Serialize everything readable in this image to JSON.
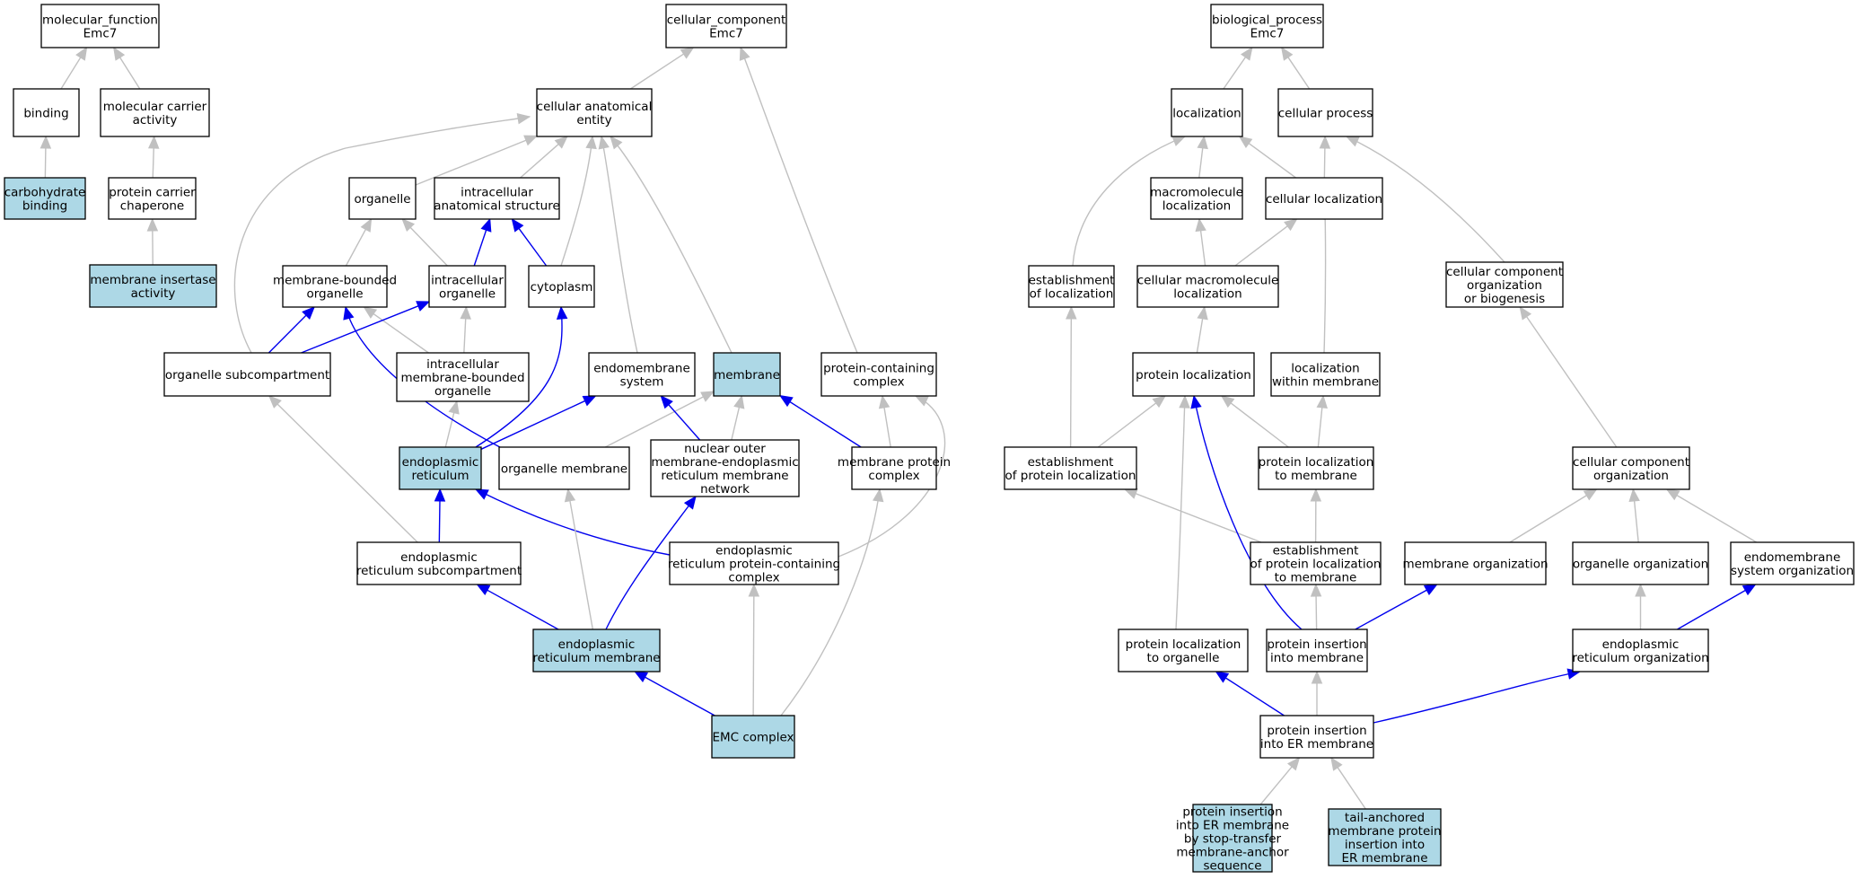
{
  "colors": {
    "highlight_fill": "#add8e6",
    "plain_fill": "#ffffff",
    "edge_grey": "#c0c0c0",
    "edge_blue": "#0000ee"
  },
  "nodes": [
    {
      "id": "mf",
      "lines": [
        "molecular_function",
        "Emc7"
      ],
      "highlight": false
    },
    {
      "id": "binding",
      "lines": [
        "binding"
      ],
      "highlight": false
    },
    {
      "id": "molcarrier",
      "lines": [
        "molecular carrier",
        "activity"
      ],
      "highlight": false
    },
    {
      "id": "carbo",
      "lines": [
        "carbohydrate",
        "binding"
      ],
      "highlight": true
    },
    {
      "id": "chaperone",
      "lines": [
        "protein carrier",
        "chaperone"
      ],
      "highlight": false
    },
    {
      "id": "insertase",
      "lines": [
        "membrane insertase",
        "activity"
      ],
      "highlight": true
    },
    {
      "id": "cc",
      "lines": [
        "cellular_component",
        "Emc7"
      ],
      "highlight": false
    },
    {
      "id": "anat",
      "lines": [
        "cellular anatomical",
        "entity"
      ],
      "highlight": false
    },
    {
      "id": "organelle",
      "lines": [
        "organelle"
      ],
      "highlight": false
    },
    {
      "id": "ias",
      "lines": [
        "intracellular",
        "anatomical structure"
      ],
      "highlight": false
    },
    {
      "id": "mbo",
      "lines": [
        "membrane-bounded",
        "organelle"
      ],
      "highlight": false
    },
    {
      "id": "io",
      "lines": [
        "intracellular",
        "organelle"
      ],
      "highlight": false
    },
    {
      "id": "cytoplasm",
      "lines": [
        "cytoplasm"
      ],
      "highlight": false
    },
    {
      "id": "osub",
      "lines": [
        "organelle subcompartment"
      ],
      "highlight": false
    },
    {
      "id": "imbo",
      "lines": [
        "intracellular",
        "membrane-bounded",
        "organelle"
      ],
      "highlight": false
    },
    {
      "id": "endosys",
      "lines": [
        "endomembrane",
        "system"
      ],
      "highlight": false
    },
    {
      "id": "membrane",
      "lines": [
        "membrane"
      ],
      "highlight": true
    },
    {
      "id": "pcc",
      "lines": [
        "protein-containing",
        "complex"
      ],
      "highlight": false
    },
    {
      "id": "er",
      "lines": [
        "endoplasmic",
        "reticulum"
      ],
      "highlight": true
    },
    {
      "id": "orgmem",
      "lines": [
        "organelle membrane"
      ],
      "highlight": false
    },
    {
      "id": "nomer",
      "lines": [
        "nuclear outer",
        "membrane-endoplasmic",
        "reticulum membrane",
        "network"
      ],
      "highlight": false
    },
    {
      "id": "mpc",
      "lines": [
        "membrane protein",
        "complex"
      ],
      "highlight": false
    },
    {
      "id": "ersub",
      "lines": [
        "endoplasmic",
        "reticulum subcompartment"
      ],
      "highlight": false
    },
    {
      "id": "erpcc",
      "lines": [
        "endoplasmic",
        "reticulum protein-containing",
        "complex"
      ],
      "highlight": false
    },
    {
      "id": "ermem",
      "lines": [
        "endoplasmic",
        "reticulum membrane"
      ],
      "highlight": true
    },
    {
      "id": "emc",
      "lines": [
        "EMC complex"
      ],
      "highlight": true
    },
    {
      "id": "bp",
      "lines": [
        "biological_process",
        "Emc7"
      ],
      "highlight": false
    },
    {
      "id": "loc",
      "lines": [
        "localization"
      ],
      "highlight": false
    },
    {
      "id": "cproc",
      "lines": [
        "cellular process"
      ],
      "highlight": false
    },
    {
      "id": "macloc",
      "lines": [
        "macromolecule",
        "localization"
      ],
      "highlight": false
    },
    {
      "id": "cellloc",
      "lines": [
        "cellular localization"
      ],
      "highlight": false
    },
    {
      "id": "estloc",
      "lines": [
        "establishment",
        "of localization"
      ],
      "highlight": false
    },
    {
      "id": "cmacloc",
      "lines": [
        "cellular macromolecule",
        "localization"
      ],
      "highlight": false
    },
    {
      "id": "ccob",
      "lines": [
        "cellular component",
        "organization",
        "or biogenesis"
      ],
      "highlight": false
    },
    {
      "id": "protloc",
      "lines": [
        "protein localization"
      ],
      "highlight": false
    },
    {
      "id": "locwm",
      "lines": [
        "localization",
        "within membrane"
      ],
      "highlight": false
    },
    {
      "id": "estprot",
      "lines": [
        "establishment",
        "of protein localization"
      ],
      "highlight": false
    },
    {
      "id": "pltm",
      "lines": [
        "protein localization",
        "to membrane"
      ],
      "highlight": false
    },
    {
      "id": "cco",
      "lines": [
        "cellular component",
        "organization"
      ],
      "highlight": false
    },
    {
      "id": "epltm",
      "lines": [
        "establishment",
        "of protein localization",
        "to membrane"
      ],
      "highlight": false
    },
    {
      "id": "memorg",
      "lines": [
        "membrane organization"
      ],
      "highlight": false
    },
    {
      "id": "orgorg",
      "lines": [
        "organelle organization"
      ],
      "highlight": false
    },
    {
      "id": "endoorg",
      "lines": [
        "endomembrane",
        "system organization"
      ],
      "highlight": false
    },
    {
      "id": "plto",
      "lines": [
        "protein localization",
        "to organelle"
      ],
      "highlight": false
    },
    {
      "id": "pim",
      "lines": [
        "protein insertion",
        "into membrane"
      ],
      "highlight": false
    },
    {
      "id": "erorg",
      "lines": [
        "endoplasmic",
        "reticulum organization"
      ],
      "highlight": false
    },
    {
      "id": "pierm",
      "lines": [
        "protein insertion",
        "into ER membrane"
      ],
      "highlight": false
    },
    {
      "id": "pistop",
      "lines": [
        "protein insertion",
        "into ER membrane",
        "by stop-transfer",
        "membrane-anchor",
        "sequence"
      ],
      "highlight": true
    },
    {
      "id": "tail",
      "lines": [
        "tail-anchored",
        "membrane protein",
        "insertion into",
        "ER membrane"
      ],
      "highlight": true
    }
  ],
  "edges": [
    {
      "from": "binding",
      "to": "mf",
      "type": "is_a"
    },
    {
      "from": "molcarrier",
      "to": "mf",
      "type": "is_a"
    },
    {
      "from": "carbo",
      "to": "binding",
      "type": "is_a"
    },
    {
      "from": "chaperone",
      "to": "molcarrier",
      "type": "is_a"
    },
    {
      "from": "insertase",
      "to": "chaperone",
      "type": "is_a"
    },
    {
      "from": "anat",
      "to": "cc",
      "type": "is_a"
    },
    {
      "from": "pcc",
      "to": "cc",
      "type": "is_a"
    },
    {
      "from": "organelle",
      "to": "anat",
      "type": "is_a"
    },
    {
      "from": "ias",
      "to": "anat",
      "type": "is_a"
    },
    {
      "from": "cytoplasm",
      "to": "anat",
      "type": "is_a"
    },
    {
      "from": "endosys",
      "to": "anat",
      "type": "is_a"
    },
    {
      "from": "membrane",
      "to": "anat",
      "type": "is_a"
    },
    {
      "from": "osub",
      "to": "anat",
      "type": "is_a"
    },
    {
      "from": "mbo",
      "to": "organelle",
      "type": "is_a"
    },
    {
      "from": "io",
      "to": "organelle",
      "type": "is_a"
    },
    {
      "from": "io",
      "to": "ias",
      "type": "part_of"
    },
    {
      "from": "cytoplasm",
      "to": "ias",
      "type": "part_of"
    },
    {
      "from": "imbo",
      "to": "mbo",
      "type": "is_a"
    },
    {
      "from": "imbo",
      "to": "io",
      "type": "is_a"
    },
    {
      "from": "osub",
      "to": "mbo",
      "type": "part_of"
    },
    {
      "from": "osub",
      "to": "io",
      "type": "part_of"
    },
    {
      "from": "er",
      "to": "imbo",
      "type": "is_a"
    },
    {
      "from": "er",
      "to": "cytoplasm",
      "type": "part_of"
    },
    {
      "from": "er",
      "to": "endosys",
      "type": "part_of"
    },
    {
      "from": "orgmem",
      "to": "membrane",
      "type": "is_a"
    },
    {
      "from": "orgmem",
      "to": "mbo",
      "type": "part_of"
    },
    {
      "from": "nomer",
      "to": "membrane",
      "type": "is_a"
    },
    {
      "from": "nomer",
      "to": "endosys",
      "type": "part_of"
    },
    {
      "from": "mpc",
      "to": "pcc",
      "type": "is_a"
    },
    {
      "from": "mpc",
      "to": "membrane",
      "type": "part_of"
    },
    {
      "from": "ersub",
      "to": "osub",
      "type": "is_a"
    },
    {
      "from": "ersub",
      "to": "er",
      "type": "part_of"
    },
    {
      "from": "erpcc",
      "to": "pcc",
      "type": "is_a"
    },
    {
      "from": "erpcc",
      "to": "er",
      "type": "part_of"
    },
    {
      "from": "ermem",
      "to": "orgmem",
      "type": "is_a"
    },
    {
      "from": "ermem",
      "to": "ersub",
      "type": "part_of"
    },
    {
      "from": "ermem",
      "to": "nomer",
      "type": "part_of"
    },
    {
      "from": "emc",
      "to": "erpcc",
      "type": "is_a"
    },
    {
      "from": "emc",
      "to": "mpc",
      "type": "is_a"
    },
    {
      "from": "emc",
      "to": "ermem",
      "type": "part_of"
    },
    {
      "from": "loc",
      "to": "bp",
      "type": "is_a"
    },
    {
      "from": "cproc",
      "to": "bp",
      "type": "is_a"
    },
    {
      "from": "macloc",
      "to": "loc",
      "type": "is_a"
    },
    {
      "from": "cellloc",
      "to": "loc",
      "type": "is_a"
    },
    {
      "from": "cellloc",
      "to": "cproc",
      "type": "is_a"
    },
    {
      "from": "estloc",
      "to": "loc",
      "type": "is_a"
    },
    {
      "from": "ccob",
      "to": "cproc",
      "type": "is_a"
    },
    {
      "from": "cmacloc",
      "to": "macloc",
      "type": "is_a"
    },
    {
      "from": "cmacloc",
      "to": "cellloc",
      "type": "is_a"
    },
    {
      "from": "locwm",
      "to": "cellloc",
      "type": "is_a"
    },
    {
      "from": "protloc",
      "to": "cmacloc",
      "type": "is_a"
    },
    {
      "from": "estprot",
      "to": "estloc",
      "type": "is_a"
    },
    {
      "from": "estprot",
      "to": "protloc",
      "type": "is_a"
    },
    {
      "from": "pltm",
      "to": "protloc",
      "type": "is_a"
    },
    {
      "from": "pltm",
      "to": "locwm",
      "type": "is_a"
    },
    {
      "from": "cco",
      "to": "ccob",
      "type": "is_a"
    },
    {
      "from": "epltm",
      "to": "estprot",
      "type": "is_a"
    },
    {
      "from": "epltm",
      "to": "pltm",
      "type": "is_a"
    },
    {
      "from": "plto",
      "to": "protloc",
      "type": "is_a"
    },
    {
      "from": "memorg",
      "to": "cco",
      "type": "is_a"
    },
    {
      "from": "orgorg",
      "to": "cco",
      "type": "is_a"
    },
    {
      "from": "endoorg",
      "to": "cco",
      "type": "is_a"
    },
    {
      "from": "pim",
      "to": "epltm",
      "type": "is_a"
    },
    {
      "from": "pim",
      "to": "protloc",
      "type": "part_of"
    },
    {
      "from": "pim",
      "to": "memorg",
      "type": "part_of"
    },
    {
      "from": "erorg",
      "to": "orgorg",
      "type": "is_a"
    },
    {
      "from": "erorg",
      "to": "endoorg",
      "type": "part_of"
    },
    {
      "from": "pierm",
      "to": "pim",
      "type": "is_a"
    },
    {
      "from": "pierm",
      "to": "plto",
      "type": "part_of"
    },
    {
      "from": "pierm",
      "to": "erorg",
      "type": "part_of"
    },
    {
      "from": "pistop",
      "to": "pierm",
      "type": "is_a"
    },
    {
      "from": "tail",
      "to": "pierm",
      "type": "is_a"
    }
  ]
}
